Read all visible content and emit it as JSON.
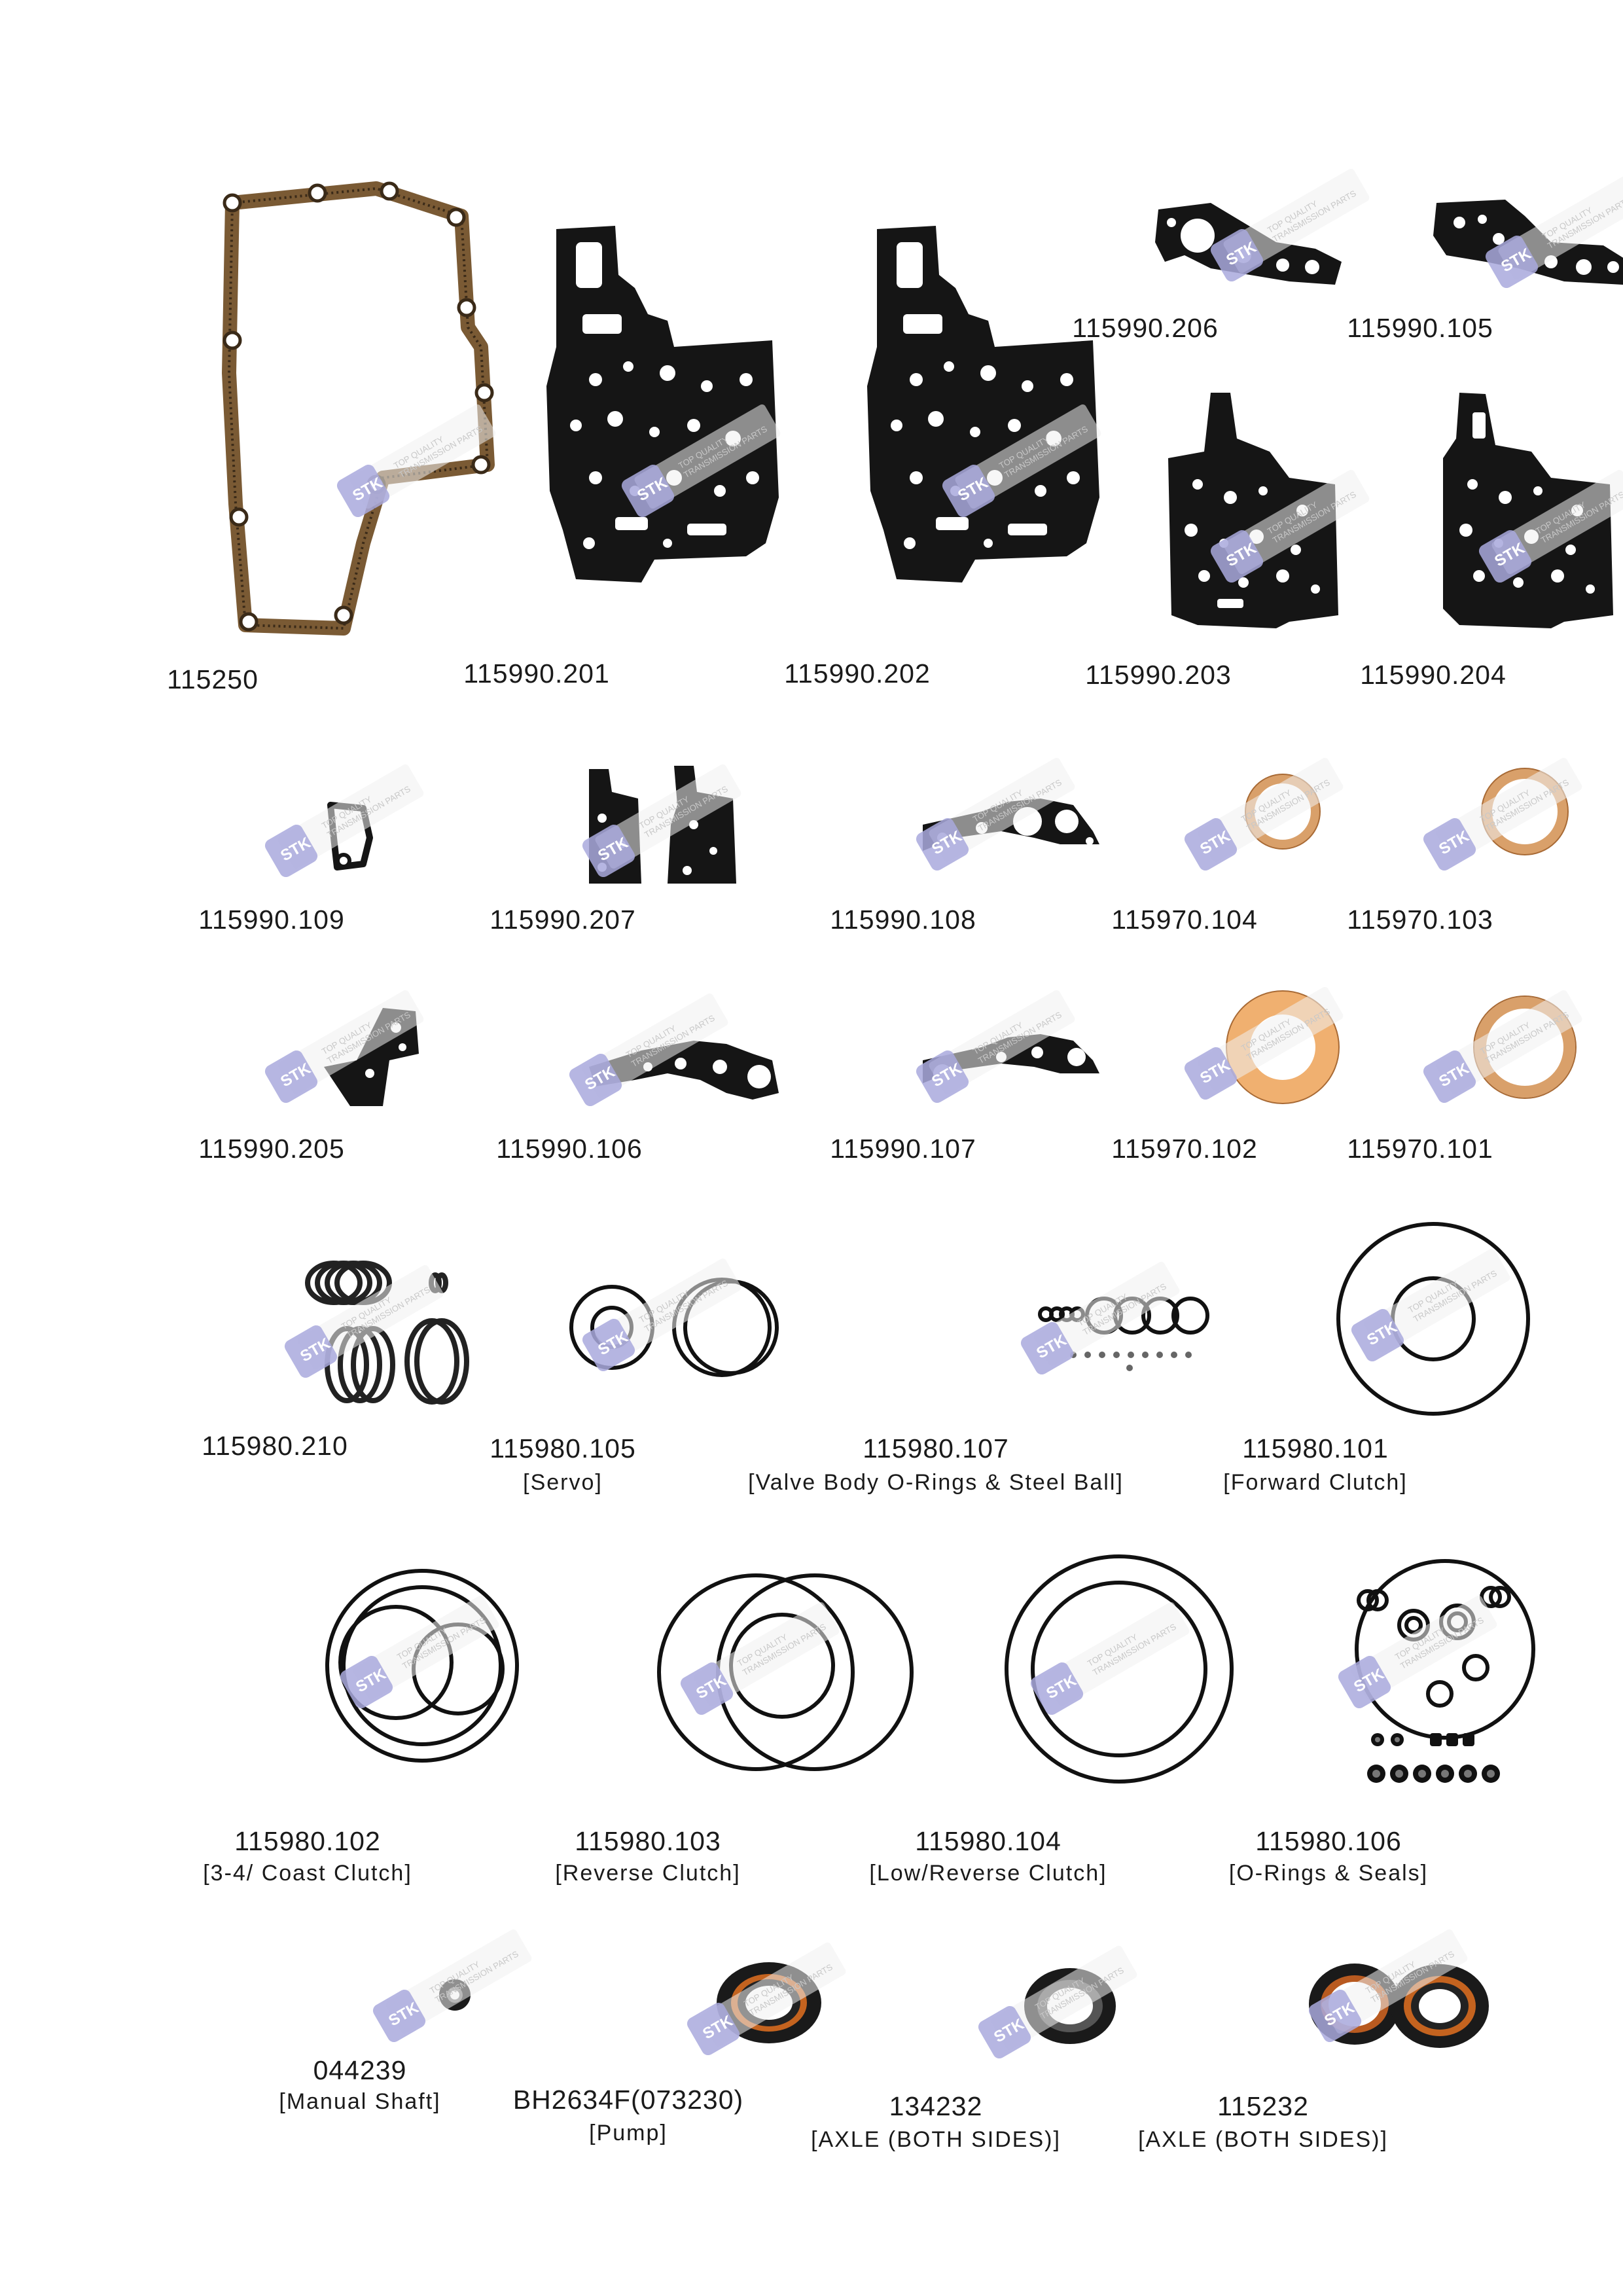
{
  "watermark": {
    "brand": "STK",
    "tagline_1": "TOP QUALITY",
    "tagline_2": "TRANSMISSION PARTS"
  },
  "colors": {
    "gasket_black": "#151515",
    "cork": "#7a5a34",
    "bonded_tan": "#d9a06a",
    "ring_black": "#111111",
    "watermark_badge": "#a9a9dd"
  },
  "parts": [
    {
      "code": "115250",
      "desc": "",
      "type": "cork-pan-gasket"
    },
    {
      "code": "115990.201",
      "desc": "",
      "type": "valve-body-gasket"
    },
    {
      "code": "115990.202",
      "desc": "",
      "type": "valve-body-gasket"
    },
    {
      "code": "115990.206",
      "desc": "",
      "type": "small-gasket"
    },
    {
      "code": "115990.105",
      "desc": "",
      "type": "small-gasket"
    },
    {
      "code": "115990.203",
      "desc": "",
      "type": "plate-gasket"
    },
    {
      "code": "115990.204",
      "desc": "",
      "type": "plate-gasket"
    },
    {
      "code": "115990.109",
      "desc": "",
      "type": "tiny-gasket"
    },
    {
      "code": "115990.207",
      "desc": "",
      "type": "twin-gasket"
    },
    {
      "code": "115990.108",
      "desc": "",
      "type": "pump-gasket"
    },
    {
      "code": "115970.104",
      "desc": "",
      "type": "bonded-ring"
    },
    {
      "code": "115970.103",
      "desc": "",
      "type": "bonded-ring"
    },
    {
      "code": "115990.205",
      "desc": "",
      "type": "small-gasket"
    },
    {
      "code": "115990.106",
      "desc": "",
      "type": "small-gasket"
    },
    {
      "code": "115990.107",
      "desc": "",
      "type": "pump-gasket"
    },
    {
      "code": "115970.102",
      "desc": "",
      "type": "bonded-ring"
    },
    {
      "code": "115970.101",
      "desc": "",
      "type": "bonded-ring"
    },
    {
      "code": "115980.210",
      "desc": "",
      "type": "sealing-rings"
    },
    {
      "code": "115980.105",
      "desc": "[Servo]",
      "type": "o-rings"
    },
    {
      "code": "115980.107",
      "desc": "[Valve Body O-Rings & Steel Ball]",
      "type": "o-rings-balls"
    },
    {
      "code": "115980.101",
      "desc": "[Forward Clutch]",
      "type": "o-rings"
    },
    {
      "code": "115980.102",
      "desc": "[3-4/ Coast Clutch]",
      "type": "o-rings"
    },
    {
      "code": "115980.103",
      "desc": "[Reverse Clutch]",
      "type": "o-rings"
    },
    {
      "code": "115980.104",
      "desc": "[Low/Reverse Clutch]",
      "type": "o-rings"
    },
    {
      "code": "115980.106",
      "desc": "[O-Rings & Seals]",
      "type": "o-rings-seals"
    },
    {
      "code": "044239",
      "desc": "[Manual Shaft]",
      "type": "oil-seal"
    },
    {
      "code": "BH2634F(073230)",
      "desc": "[Pump]",
      "type": "oil-seal"
    },
    {
      "code": "134232",
      "desc": "[AXLE (BOTH SIDES)]",
      "type": "oil-seal"
    },
    {
      "code": "115232",
      "desc": "[AXLE (BOTH SIDES)]",
      "type": "oil-seal"
    }
  ]
}
